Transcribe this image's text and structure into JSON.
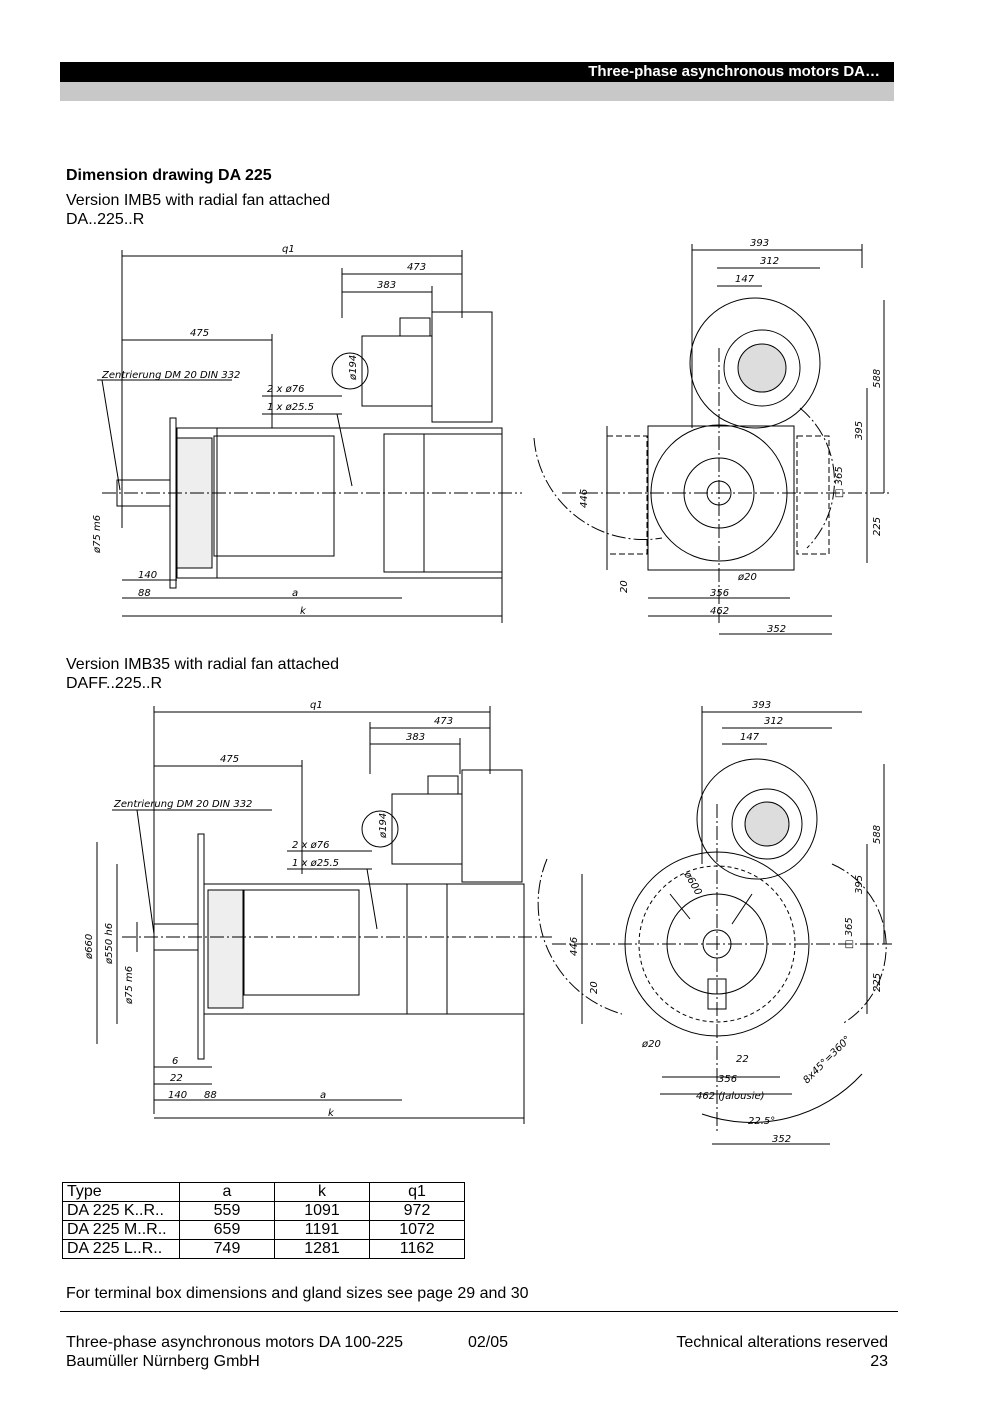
{
  "header": {
    "title": "Three-phase asynchronous motors DA…"
  },
  "section": {
    "title": "Dimension drawing DA 225",
    "v1_line1": "Version IMB5 with radial fan attached",
    "v1_line2": "DA..225..R",
    "v2_line1": "Version IMB35 with radial fan attached",
    "v2_line2": "DAFF..225..R"
  },
  "drawing1": {
    "q1": "q1",
    "d473": "473",
    "d383": "383",
    "d475": "475",
    "centering": "Zentrierung DM 20 DIN 332",
    "d194": "ø194",
    "gland1": "2 x ø76",
    "gland2": "1 x ø25.5",
    "shaft": "ø75 m6",
    "d140": "140",
    "d88": "88",
    "a": "a",
    "k": "k",
    "d393": "393",
    "d312": "312",
    "d147": "147",
    "d588": "588",
    "d395": "395",
    "d365": "□ 365",
    "d225": "225",
    "d446": "446",
    "d20": "20",
    "d20b": "ø20",
    "d356": "356",
    "d462": "462",
    "d352": "352"
  },
  "drawing2": {
    "q1": "q1",
    "d473": "473",
    "d383": "383",
    "d475": "475",
    "centering": "Zentrierung DM 20 DIN 332",
    "d194": "ø194",
    "gland1": "2 x ø76",
    "gland2": "1 x ø25.5",
    "d660": "ø660",
    "d550": "ø550 h6",
    "shaft": "ø75 m6",
    "d6": "6",
    "d22": "22",
    "d140": "140",
    "d88": "88",
    "a": "a",
    "k": "k",
    "d393": "393",
    "d312": "312",
    "d147": "147",
    "d588": "588",
    "d395": "395",
    "d365": "□ 365",
    "d225": "225",
    "d446": "446",
    "d20": "20",
    "d20b": "ø20",
    "d22b": "22",
    "d356": "356",
    "d462": "462 (Jalousie)",
    "d352": "352",
    "d600": "ø600",
    "angle": "22.5°",
    "holes": "8x45°=360°"
  },
  "table": {
    "headers": [
      "Type",
      "a",
      "k",
      "q1"
    ],
    "rows": [
      [
        "DA 225 K..R..",
        "559",
        "1091",
        "972"
      ],
      [
        "DA 225 M..R..",
        "659",
        "1191",
        "1072"
      ],
      [
        "DA 225 L..R..",
        "749",
        "1281",
        "1162"
      ]
    ]
  },
  "note": "For terminal box dimensions and gland sizes see page 29 and 30",
  "footer": {
    "left1": "Three-phase asynchronous motors DA 100-225",
    "date": "02/05",
    "right1": "Technical alterations reserved",
    "left2": "Baumüller Nürnberg GmbH",
    "page": "23"
  }
}
